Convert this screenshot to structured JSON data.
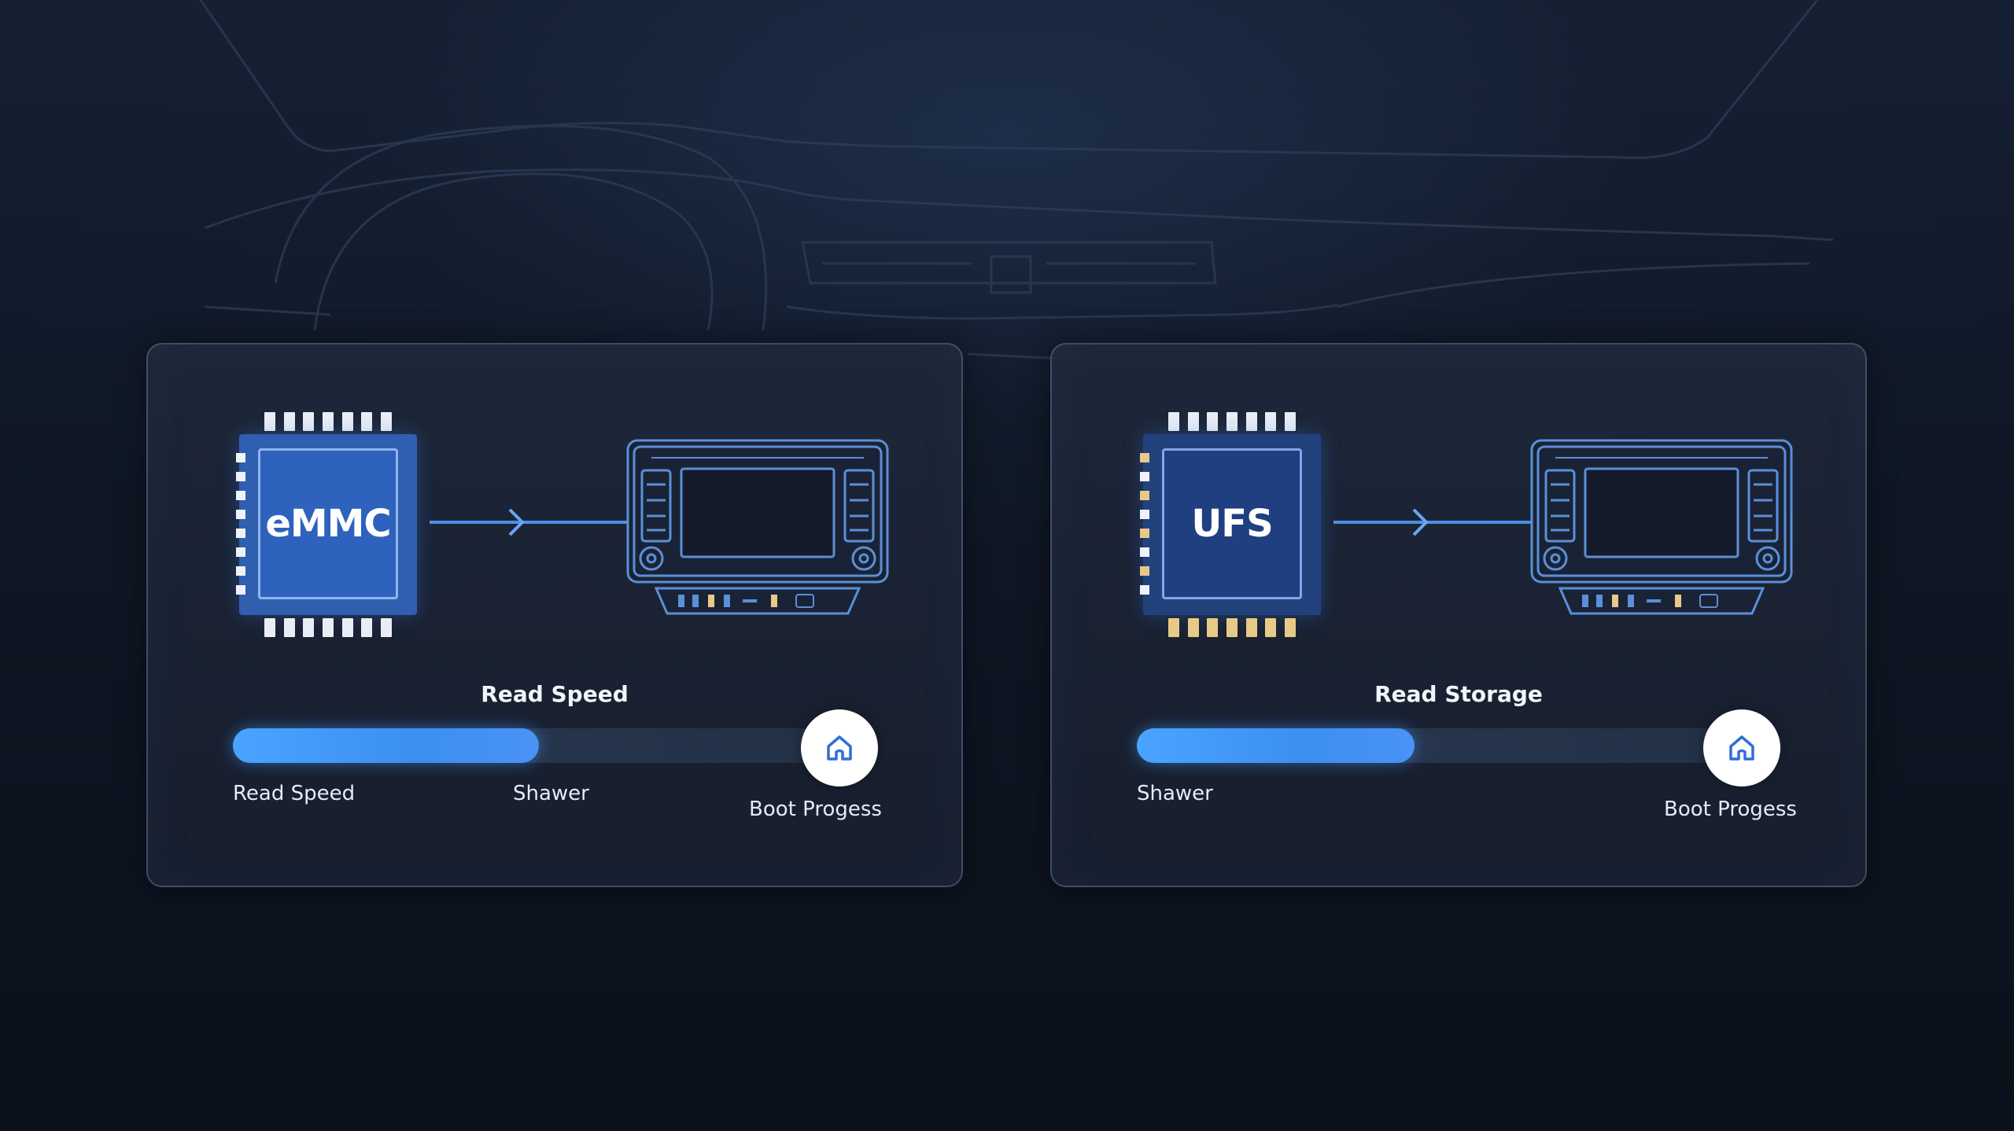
{
  "panels": [
    {
      "chip_label": "eMMC",
      "progress_title": "Read Speed",
      "progress": 0.48,
      "labels": [
        "Read Speed",
        "Shawer",
        "Boot Progess"
      ],
      "pin_color": "#e9eef6"
    },
    {
      "chip_label": "UFS",
      "progress_title": "Read Storage",
      "progress": 0.43,
      "labels": [
        "Shawer",
        "Boot Progess"
      ],
      "pin_color": "#e8c987"
    }
  ],
  "icons": {
    "knob": "home-icon",
    "target": "car-head-unit-icon",
    "connector": "arrow-right-icon"
  },
  "colors": {
    "accent": "#4aa4ff",
    "chip_blue": "#2f5fae",
    "line_blue": "#4d8fe6"
  }
}
